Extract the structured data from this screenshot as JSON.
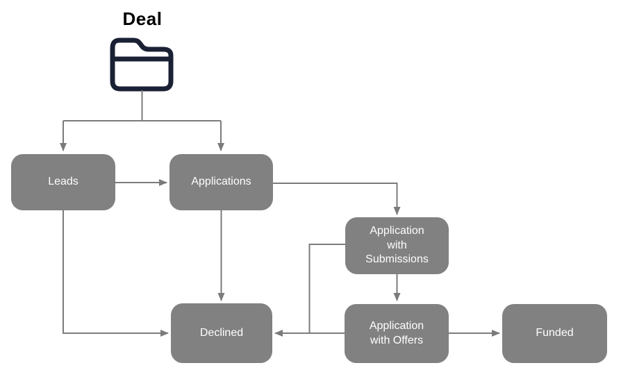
{
  "title": "Deal",
  "colors": {
    "node_fill": "#818181",
    "node_text": "#ffffff",
    "connector": "#7b7b7b",
    "title_text": "#000000",
    "folder_icon": "#1b2134",
    "background": "#ffffff"
  },
  "nodes": {
    "leads": {
      "label": "Leads"
    },
    "applications": {
      "label": "Applications"
    },
    "application_with_submissions": {
      "label": "Application with Submissions"
    },
    "declined": {
      "label": "Declined"
    },
    "application_with_offers": {
      "label": "Application with Offers"
    },
    "funded": {
      "label": "Funded"
    }
  },
  "edges": [
    {
      "from": "deal_folder",
      "to": "leads"
    },
    {
      "from": "deal_folder",
      "to": "applications"
    },
    {
      "from": "leads",
      "to": "applications"
    },
    {
      "from": "leads",
      "to": "declined"
    },
    {
      "from": "applications",
      "to": "application_with_submissions"
    },
    {
      "from": "applications",
      "to": "declined"
    },
    {
      "from": "application_with_submissions",
      "to": "application_with_offers"
    },
    {
      "from": "application_with_submissions",
      "to": "declined"
    },
    {
      "from": "application_with_offers",
      "to": "declined"
    },
    {
      "from": "application_with_offers",
      "to": "funded"
    }
  ]
}
